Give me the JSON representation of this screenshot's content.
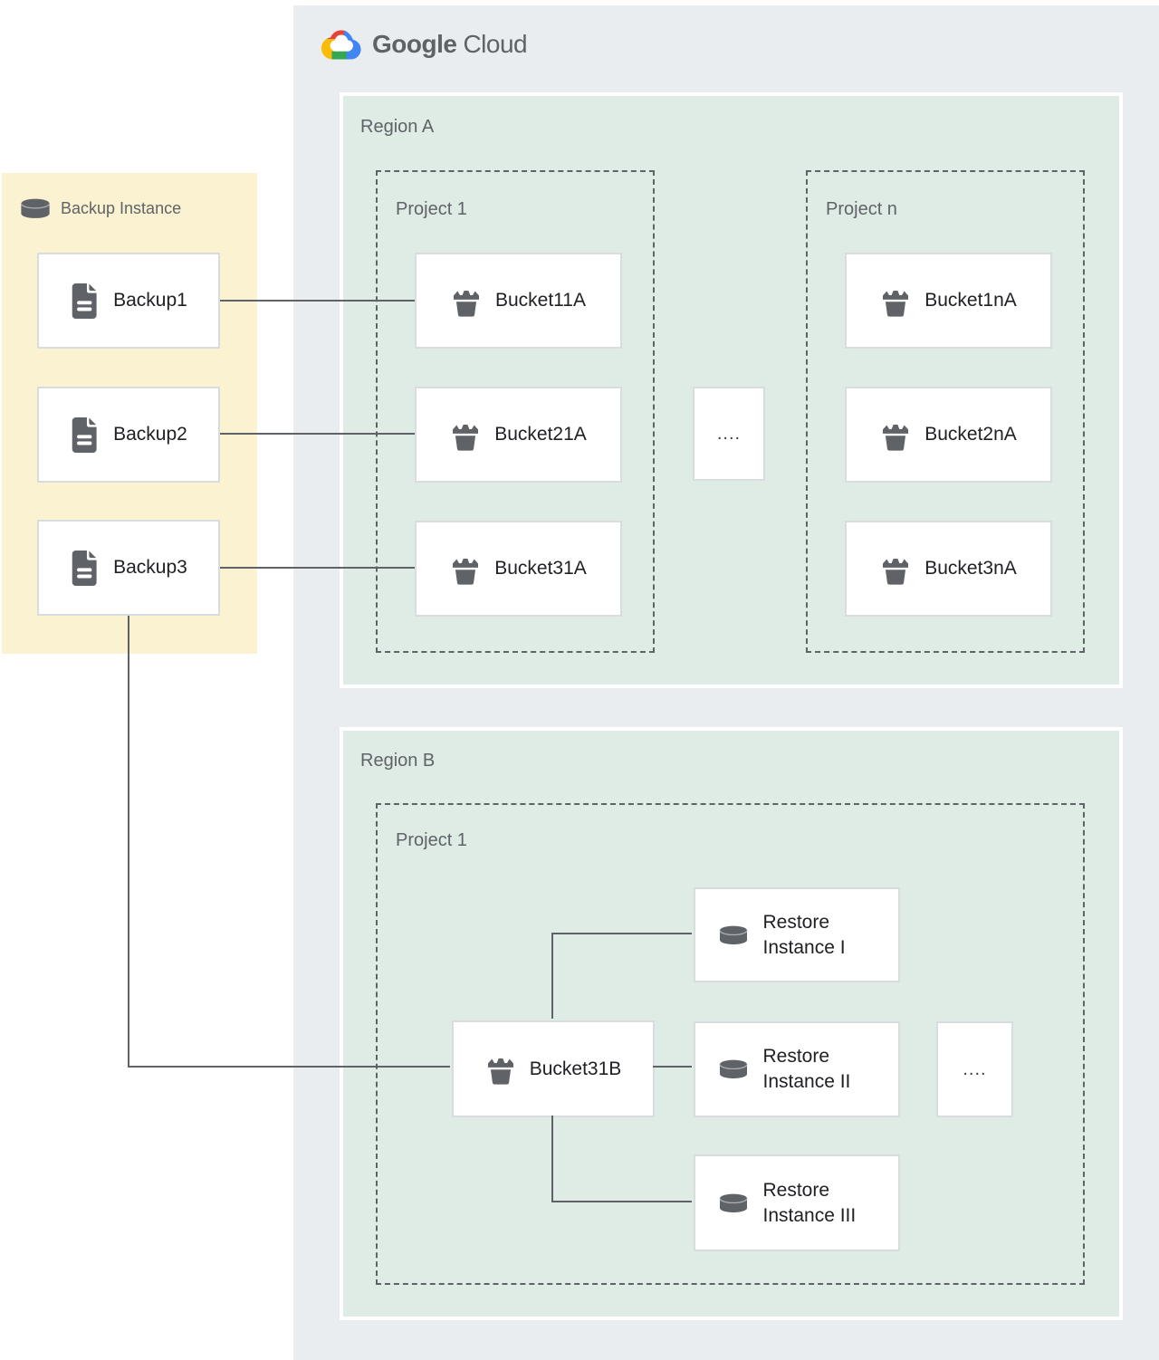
{
  "logo": {
    "brand": "Google",
    "product": "Cloud"
  },
  "backup_panel": {
    "title": "Backup Instance",
    "backups": [
      "Backup1",
      "Backup2",
      "Backup3"
    ]
  },
  "region_a": {
    "label": "Region A",
    "project_1": {
      "label": "Project 1",
      "buckets": [
        "Bucket11A",
        "Bucket21A",
        "Bucket31A"
      ]
    },
    "ellipsis": "....",
    "project_n": {
      "label": "Project n",
      "buckets": [
        "Bucket1nA",
        "Bucket2nA",
        "Bucket3nA"
      ]
    }
  },
  "region_b": {
    "label": "Region B",
    "project_1": {
      "label": "Project 1",
      "bucket": "Bucket31B",
      "restore_instances": [
        "Restore Instance I",
        "Restore Instance II",
        "Restore Instance III"
      ],
      "ellipsis": "...."
    }
  },
  "colors": {
    "google_red": "#EA4335",
    "google_blue": "#4285F4",
    "google_yellow": "#FBBC05",
    "google_green": "#34A853",
    "cloud_fill": "#e9edf0",
    "region_fill": "#dfece5",
    "external_fill": "#fbf2d2",
    "icon_gray": "#5f6368"
  }
}
